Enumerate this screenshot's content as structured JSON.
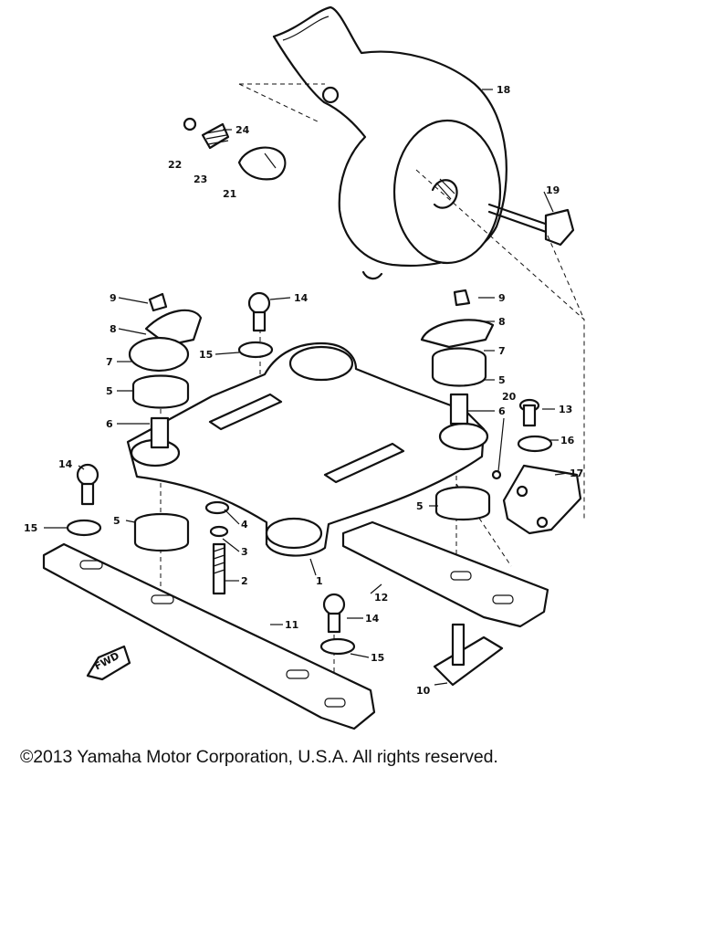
{
  "callouts": {
    "c1": "1",
    "c2": "2",
    "c3": "3",
    "c4": "4",
    "c5a": "5",
    "c5b": "5",
    "c5c": "5",
    "c5d": "5",
    "c6a": "6",
    "c6b": "6",
    "c7a": "7",
    "c7b": "7",
    "c8a": "8",
    "c8b": "8",
    "c9a": "9",
    "c9b": "9",
    "c10": "10",
    "c11": "11",
    "c12": "12",
    "c13": "13",
    "c14a": "14",
    "c14b": "14",
    "c14c": "14",
    "c15a": "15",
    "c15b": "15",
    "c15c": "15",
    "c16": "16",
    "c17": "17",
    "c18": "18",
    "c19": "19",
    "c20": "20",
    "c21": "21",
    "c22": "22",
    "c23": "23",
    "c24": "24"
  },
  "fwd_label": "FWD",
  "copyright": "©2013 Yamaha Motor Corporation, U.S.A. All rights reserved."
}
